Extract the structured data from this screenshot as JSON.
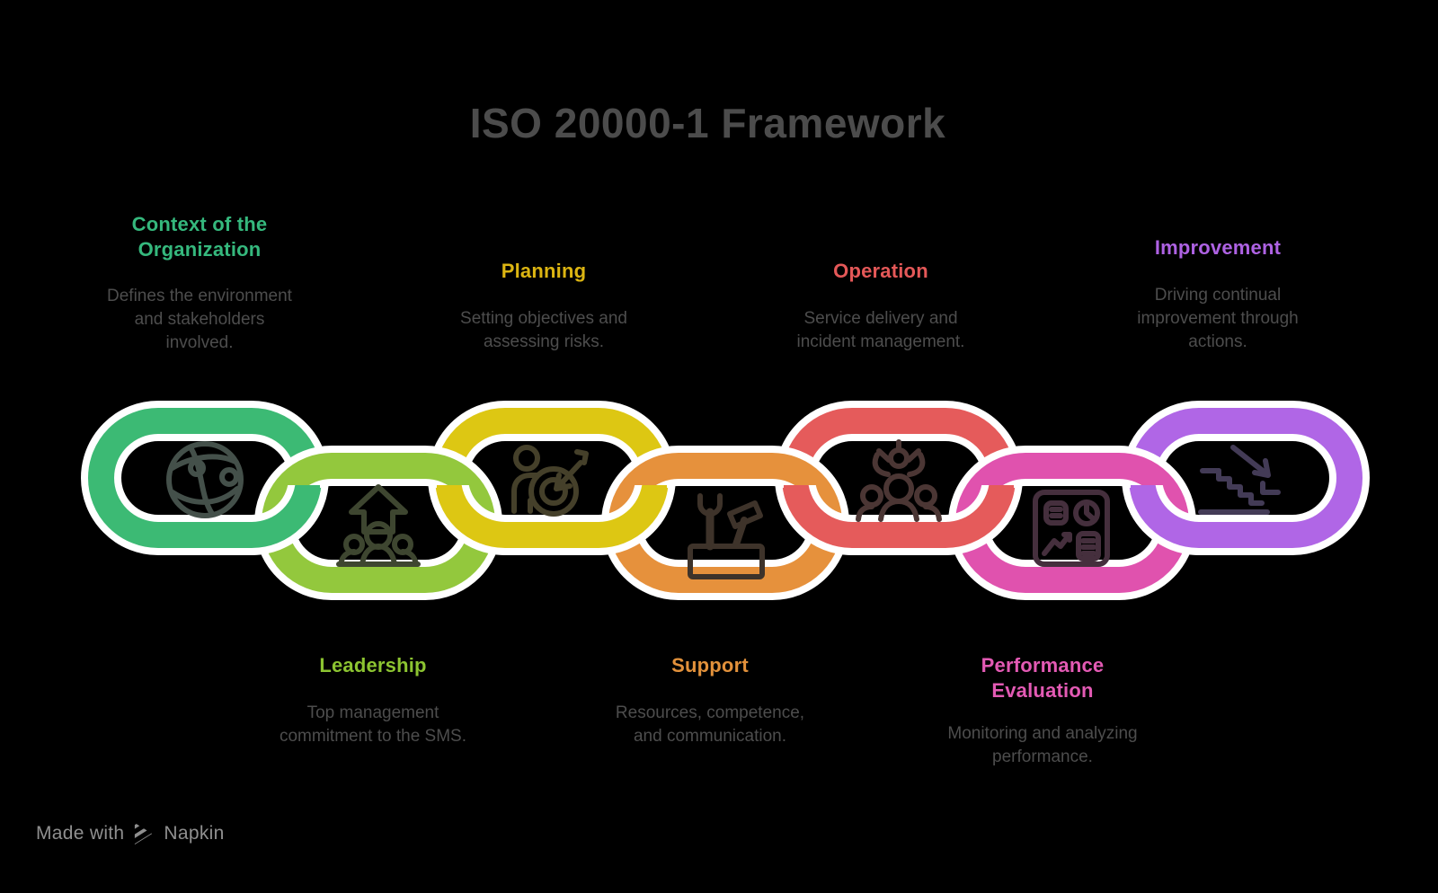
{
  "title": "ISO 20000-1 Framework",
  "colors": {
    "background": "#000000",
    "title": "#4c4c4c",
    "description": "#4d4d4d",
    "link_outline": "#ffffff",
    "footer": "#8f8f8f"
  },
  "sections": [
    {
      "id": "context",
      "row": "top",
      "label_lines": [
        "Context of the",
        "Organization"
      ],
      "description_lines": [
        "Defines the environment",
        "and stakeholders",
        "involved."
      ],
      "label_color": "#35b87d",
      "link_color": "#3cba74",
      "icon": "globe-network-icon",
      "icon_color": "#44504a"
    },
    {
      "id": "leadership",
      "row": "bottom",
      "label_lines": [
        "Leadership"
      ],
      "description_lines": [
        "Top management",
        "commitment to the SMS."
      ],
      "label_color": "#8cc431",
      "link_color": "#93c83d",
      "icon": "team-growth-arrow-icon",
      "icon_color": "#3e4630"
    },
    {
      "id": "planning",
      "row": "top",
      "label_lines": [
        "Planning"
      ],
      "description_lines": [
        "Setting objectives and",
        "assessing risks."
      ],
      "label_color": "#dcb512",
      "link_color": "#ddc713",
      "icon": "goal-target-arrow-icon",
      "icon_color": "#45402a"
    },
    {
      "id": "support",
      "row": "bottom",
      "label_lines": [
        "Support"
      ],
      "description_lines": [
        "Resources, competence,",
        "and communication."
      ],
      "label_color": "#e2913b",
      "link_color": "#e6913c",
      "icon": "tools-toolbox-icon",
      "icon_color": "#3e332a"
    },
    {
      "id": "operation",
      "row": "top",
      "label_lines": [
        "Operation"
      ],
      "description_lines": [
        "Service delivery and",
        "incident management."
      ],
      "label_color": "#e45858",
      "link_color": "#e55b5b",
      "icon": "automation-claw-team-icon",
      "icon_color": "#4b3634"
    },
    {
      "id": "performance",
      "row": "bottom",
      "label_lines": [
        "Performance",
        "Evaluation"
      ],
      "description_lines": [
        "Monitoring and analyzing",
        "performance."
      ],
      "label_color": "#e35ab4",
      "link_color": "#e052ae",
      "icon": "dashboard-report-icon",
      "icon_color": "#452f3d"
    },
    {
      "id": "improvement",
      "row": "top",
      "label_lines": [
        "Improvement"
      ],
      "description_lines": [
        "Driving continual",
        "improvement through",
        "actions."
      ],
      "label_color": "#ae62e3",
      "link_color": "#b066e6",
      "icon": "descending-stairs-arrow-icon",
      "icon_color": "#433b56"
    }
  ],
  "footer": {
    "made_with": "Made with",
    "brand": "Napkin"
  }
}
